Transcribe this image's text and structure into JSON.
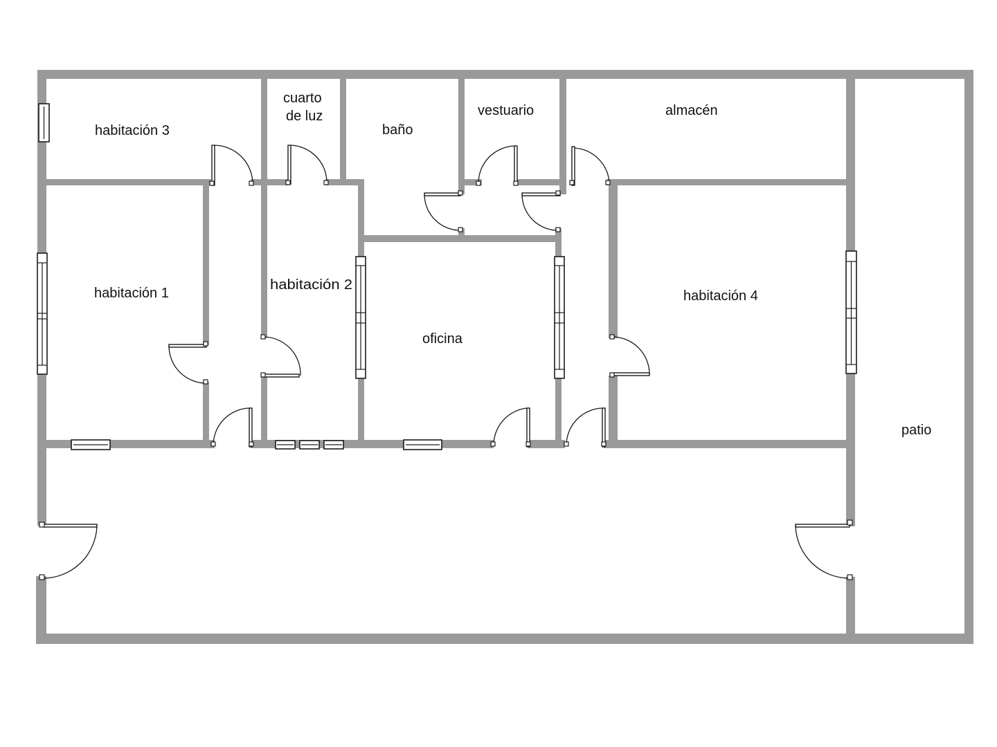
{
  "rooms": {
    "habitacion_3": "habitación 3",
    "cuarto_luz_line1": "cuarto",
    "cuarto_luz_line2": "de luz",
    "bano": "baño",
    "vestuario": "vestuario",
    "almacen": "almacén",
    "habitacion_1": "habitación 1",
    "habitacion_2": "habitación 2",
    "oficina": "oficina",
    "habitacion_4": "habitación 4",
    "patio": "patio"
  },
  "colors": {
    "wall": "#9a9a9a",
    "line": "#1a1a1a",
    "background": "#ffffff"
  }
}
